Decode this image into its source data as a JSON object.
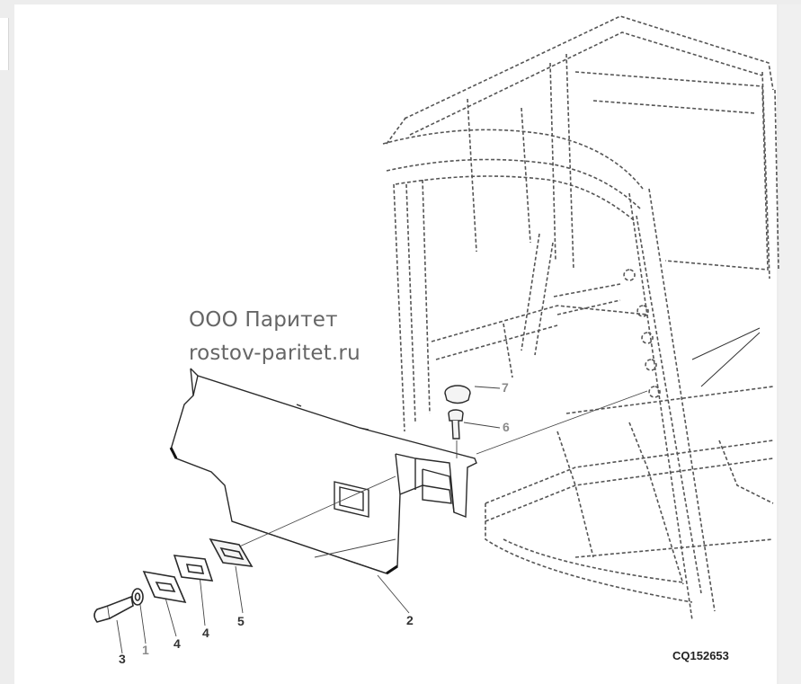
{
  "watermark": {
    "line1": "ООО Паритет",
    "line2": "rostov-paritet.ru"
  },
  "callouts": [
    "7",
    "6",
    "2",
    "5",
    "4",
    "4",
    "1",
    "3"
  ],
  "drawing_code": "CQ152653",
  "colors": {
    "background": "#ffffff",
    "frame": "#ededed",
    "line": "#2a2a2a",
    "dashed_line": "#555555",
    "watermark": "#666666"
  }
}
